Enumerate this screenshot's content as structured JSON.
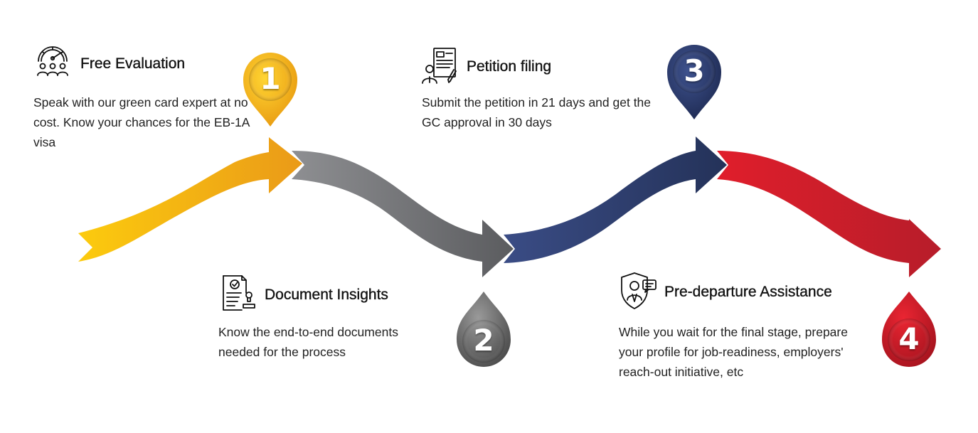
{
  "steps": [
    {
      "number": "1",
      "title": "Free Evaluation",
      "description": "Speak with our green card expert at no cost. Know your chances for the EB-1A visa",
      "icon": "evaluation-gauge-team-icon",
      "color": "#F2B20C"
    },
    {
      "number": "2",
      "title": "Document Insights",
      "description": "Know the end-to-end documents needed for the process",
      "icon": "document-stamp-icon",
      "color": "#6E6E6E"
    },
    {
      "number": "3",
      "title": "Petition filing",
      "description": "Submit the petition in 21 days and get the GC approval in 30 days",
      "icon": "petition-form-person-icon",
      "color": "#2A3A6E"
    },
    {
      "number": "4",
      "title": "Pre-departure Assistance",
      "description": "While you wait for the final stage, prepare your profile for job-readiness, employers' reach-out initiative, etc",
      "icon": "shield-support-person-icon",
      "color": "#D11F2A"
    }
  ]
}
